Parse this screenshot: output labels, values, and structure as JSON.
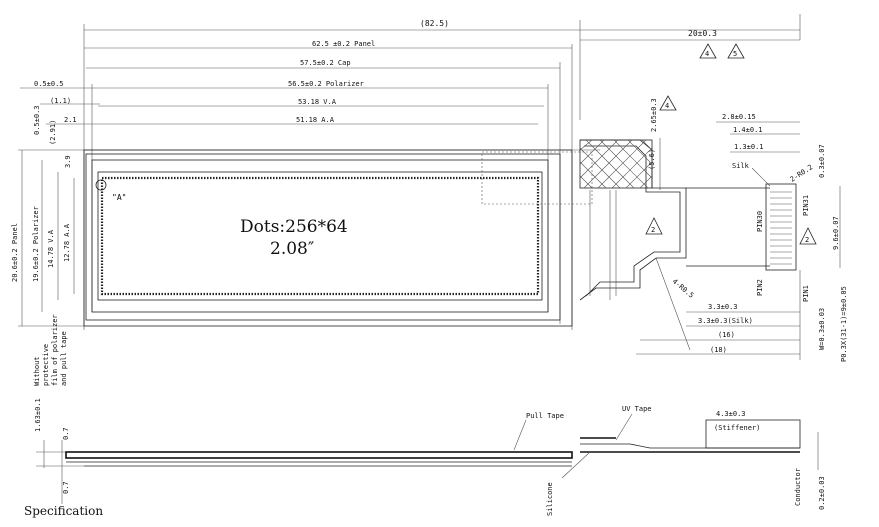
{
  "front_view": {
    "dim_total": "(82.5)",
    "dim_panel": "62.5 ±0.2 Panel",
    "dim_cap": "57.5±0.2 Cap",
    "dim_polarizer": "56.5±0.2 Polarizer",
    "dim_va": "53.18 V.A",
    "dim_aa": "51.18 A.A",
    "dim_left_05": "0.5±0.5",
    "dim_left_11": "(1.1)",
    "dim_left_21": "2.1",
    "dim_v_05": "0.5±0.3",
    "dim_v_291": "(2.91)",
    "dim_v_39": "3.9",
    "dim_v_panel": "20.6±0.2 Panel",
    "dim_v_polarizer": "19.6±0.2 Polarizer",
    "dim_v_va": "14.78 V.A",
    "dim_v_aa": "12.78 A.A",
    "detail_ref": "\"A\"",
    "dots": "Dots:256*64",
    "size": "2.08″"
  },
  "fpc_view": {
    "dim_20": "20±0.3",
    "note_4": "4",
    "note_5": "5",
    "note_2a": "2",
    "note_2b": "2",
    "note_4b": "4",
    "dim_265": "2.65±0.3",
    "dim_56": "(5.6)",
    "dim_28": "2.8±0.15",
    "dim_14": "1.4±0.1",
    "dim_13": "1.3±0.1",
    "silk": "Silk",
    "dim_r02": "2-R0.2",
    "dim_03": "0.3±0.07",
    "dim_96": "9.6±0.07",
    "pin30": "PIN30",
    "pin31": "PIN31",
    "pin2": "PIN2",
    "pin1": "PIN1",
    "dim_r05": "4-R0.5",
    "dim_33": "3.3±0.3",
    "dim_33silk": "3.3±0.3(Silk)",
    "dim_16": "(16)",
    "dim_18": "(18)",
    "dim_pitch_a": "W=0.3±0.03",
    "dim_pitch_b": "P0.3X(31-1)=9±0.05"
  },
  "side_view": {
    "note_protect": [
      "Without",
      "protective",
      "film of polarizer",
      "and pull tape"
    ],
    "dim_163": "1.63±0.1",
    "dim_07a": "0.7",
    "dim_07b": "0.7",
    "pull_tape": "Pull Tape",
    "uv_tape": "UV Tape",
    "dim_43": "4.3±0.3",
    "stiffener": "(Stiffener)",
    "silicone": "Silicone",
    "conductor": "Conductor",
    "dim_02": "0.2±0.03"
  },
  "footer": {
    "spec": "Specification"
  }
}
